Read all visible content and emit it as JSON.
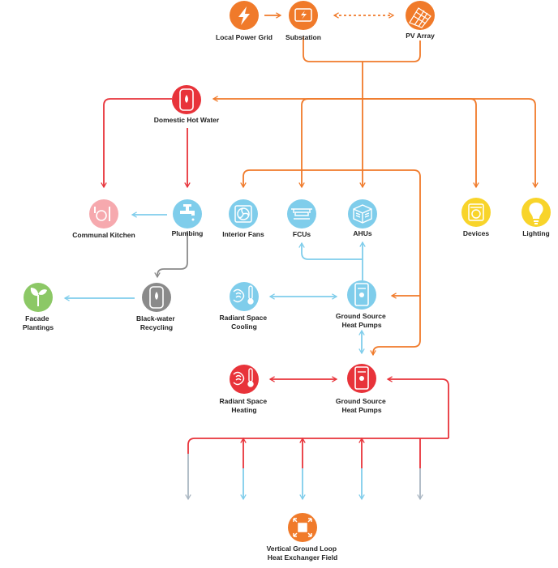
{
  "colors": {
    "orange": "#F07A2A",
    "red": "#E8333A",
    "blue": "#7FCDEB",
    "gray": "#8A8A8A",
    "pink": "#F6A9AE",
    "green": "#8CC866",
    "yellow": "#F8D42A",
    "steel": "#A9B6C2"
  },
  "nodes": {
    "local_power_grid": {
      "label": [
        "Local Power Grid"
      ],
      "icon": "lightning-icon"
    },
    "substation": {
      "label": [
        "Substation"
      ],
      "icon": "substation-icon"
    },
    "pv_array": {
      "label": [
        "PV Array"
      ],
      "icon": "solar-panel-icon"
    },
    "domestic_hot_water": {
      "label": [
        "Domestic Hot Water"
      ],
      "icon": "water-heater-icon"
    },
    "communal_kitchen": {
      "label": [
        "Communal Kitchen"
      ],
      "icon": "kitchen-icon"
    },
    "plumbing": {
      "label": [
        "Plumbing"
      ],
      "icon": "faucet-icon"
    },
    "interior_fans": {
      "label": [
        "Interior Fans"
      ],
      "icon": "fan-icon"
    },
    "fcus": {
      "label": [
        "FCUs"
      ],
      "icon": "fcu-icon"
    },
    "ahus": {
      "label": [
        "AHUs"
      ],
      "icon": "ahu-icon"
    },
    "devices": {
      "label": [
        "Devices"
      ],
      "icon": "device-icon"
    },
    "lighting": {
      "label": [
        "Lighting"
      ],
      "icon": "lightbulb-icon"
    },
    "facade_plantings": {
      "label": [
        "Facade",
        "Plantings"
      ],
      "icon": "plant-icon"
    },
    "blackwater_recycling": {
      "label": [
        "Black-water",
        "Recycling"
      ],
      "icon": "recycling-tank-icon"
    },
    "radiant_space_cooling": {
      "label": [
        "Radiant Space",
        "Cooling"
      ],
      "icon": "radiant-cooling-icon"
    },
    "gshp_cooling": {
      "label": [
        "Ground Source",
        "Heat Pumps"
      ],
      "icon": "heat-pump-icon"
    },
    "radiant_space_heating": {
      "label": [
        "Radiant Space",
        "Heating"
      ],
      "icon": "radiant-heating-icon"
    },
    "gshp_heating": {
      "label": [
        "Ground Source",
        "Heat Pumps"
      ],
      "icon": "heat-pump-icon"
    },
    "ground_loop": {
      "label": [
        "Vertical Ground Loop",
        "Heat Exchanger Field"
      ],
      "icon": "ground-loop-icon"
    }
  }
}
